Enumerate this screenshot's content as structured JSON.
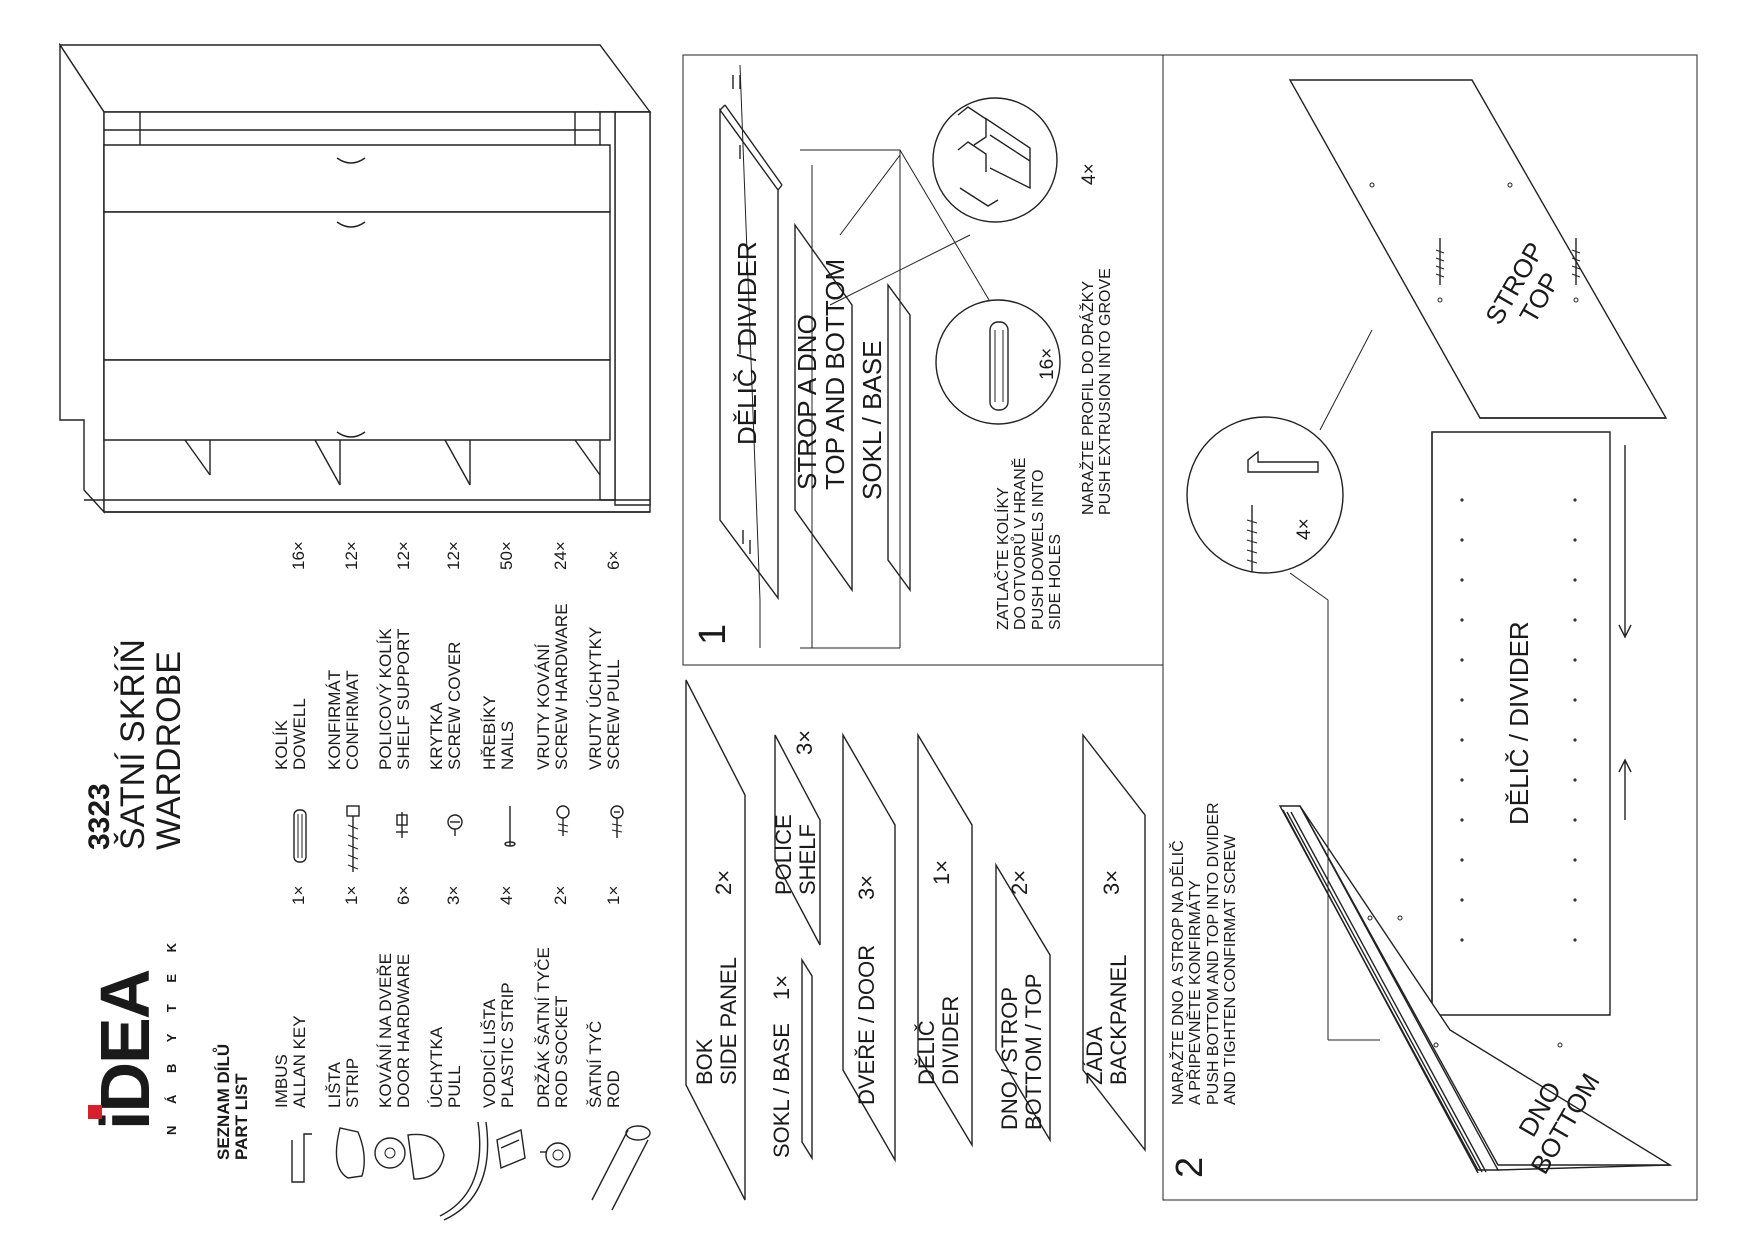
{
  "brand": {
    "logo": "iDEA",
    "tagline": "N Á B Y T E K",
    "accent_color": "#d7202b",
    "logo_color": "#1a1a1a"
  },
  "product": {
    "code": "3323",
    "name_cz": "ŠATNÍ SKŘÍŇ",
    "name_en": "WARDROBE"
  },
  "part_list": {
    "title_cz": "SEZNAM DÍLŮ",
    "title_en": "PART LIST",
    "left": [
      {
        "cz": "IMBUS",
        "en": "ALLAN KEY",
        "qty": "1×",
        "icon": "allen-key-icon"
      },
      {
        "cz": "LIŠTA",
        "en": "STRIP",
        "qty": "1×",
        "icon": "strip-icon"
      },
      {
        "cz": "KOVÁNÍ NA DVEŘE",
        "en": "DOOR HARDWARE",
        "qty": "6×",
        "icon": "door-hinge-icon"
      },
      {
        "cz": "ÚCHYTKA",
        "en": "PULL",
        "qty": "3×",
        "icon": "pull-handle-icon"
      },
      {
        "cz": "VODICÍ LIŠTA",
        "en": "PLASTIC STRIP",
        "qty": "4×",
        "icon": "plastic-strip-icon"
      },
      {
        "cz": "DRŽÁK ŠATNÍ TYČE",
        "en": "ROD SOCKET",
        "qty": "2×",
        "icon": "rod-socket-icon"
      },
      {
        "cz": "ŠATNÍ TYČ",
        "en": "ROD",
        "qty": "1×",
        "icon": "rod-icon"
      }
    ],
    "right": [
      {
        "cz": "KOLÍK",
        "en": "DOWELL",
        "qty": "16×",
        "icon": "dowel-icon"
      },
      {
        "cz": "KONFIRMÁT",
        "en": "CONFIRMAT",
        "qty": "12×",
        "icon": "confirmat-screw-icon"
      },
      {
        "cz": "POLICOVÝ KOLÍK",
        "en": "SHELF SUPPORT",
        "qty": "12×",
        "icon": "shelf-support-icon"
      },
      {
        "cz": "KRYTKA",
        "en": "SCREW COVER",
        "qty": "12×",
        "icon": "screw-cover-icon"
      },
      {
        "cz": "HŘEBÍKY",
        "en": "NAILS",
        "qty": "50×",
        "icon": "nail-icon"
      },
      {
        "cz": "VRUTY KOVÁNÍ",
        "en": "SCREW HARDWARE",
        "qty": "24×",
        "icon": "hardware-screw-icon"
      },
      {
        "cz": "VRUTY ÚCHYTKY",
        "en": "SCREW PULL",
        "qty": "6×",
        "icon": "pull-screw-icon"
      }
    ]
  },
  "panels": [
    {
      "cz": "BOK",
      "en": "SIDE PANEL",
      "qty": "2×"
    },
    {
      "cz": "SOKL / BASE",
      "en": "",
      "qty": "1×"
    },
    {
      "cz": "POLICE",
      "en": "SHELF",
      "qty": "3×"
    },
    {
      "cz": "DVEŘE / DOOR",
      "en": "",
      "qty": "3×"
    },
    {
      "cz": "DĚLIČ",
      "en": "DIVIDER",
      "qty": "1×"
    },
    {
      "cz": "DNO / STROP",
      "en": "BOTTOM / TOP",
      "qty": "2×"
    },
    {
      "cz": "ZÁDA",
      "en": "BACKPANEL",
      "qty": "3×"
    }
  ],
  "step1": {
    "number": "1",
    "divider_label": "DĚLIČ / DIVIDER",
    "top_bottom_label_1": "STROP A DNO",
    "top_bottom_label_2": "TOP AND BOTTOM",
    "base_label": "SOKL / BASE",
    "dowel_count": "16×",
    "profile_count": "4×",
    "dowel_note": [
      "ZATLAČTE KOLÍKY",
      "DO OTVORŮ V HRANĚ",
      "PUSH DOWELS INTO",
      "SIDE HOLES"
    ],
    "profile_note": [
      "NARAŽTE PROFIL DO DRÁŽKY",
      "PUSH EXTRUSION INTO GROVE"
    ]
  },
  "step2": {
    "number": "2",
    "top_label_cz": "STROP",
    "top_label_en": "TOP",
    "divider_label": "DĚLIČ / DIVIDER",
    "bottom_label_cz": "DNO",
    "bottom_label_en": "BOTTOM",
    "key_count": "4×",
    "note": [
      "NARAŽTE DNO A STROP NA DĚLIČ",
      "A PŘIPEVNĚTE KONFIRMÁTY",
      "PUSH BOTTOM AND TOP INTO DIVIDER",
      "AND TIGHTEN CONFIRMAT SCREW"
    ]
  }
}
